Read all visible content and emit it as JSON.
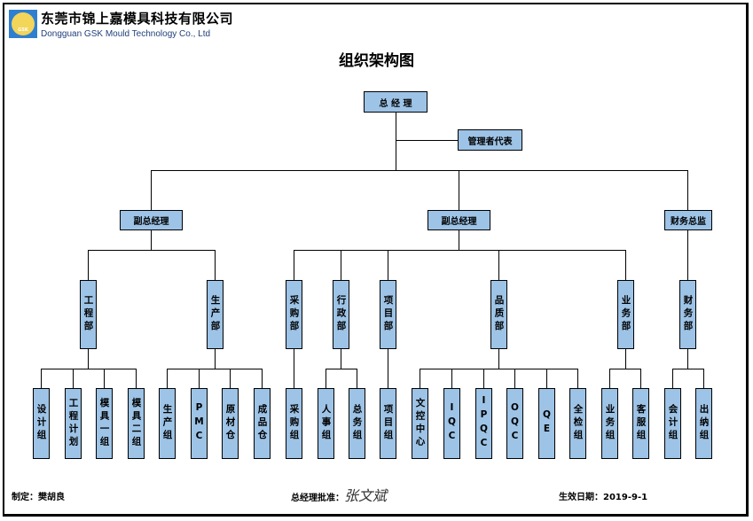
{
  "header": {
    "company_cn": "东莞市锦上嘉模具科技有限公司",
    "company_en": "Dongguan GSK Mould Technology Co., Ltd",
    "logo_text": "GSK",
    "logo_icon": "gsk-logo-icon"
  },
  "title": "组织架构图",
  "org": {
    "ceo": "总 经 理",
    "mgmt_rep": "管理者代表",
    "vp1": "副总经理",
    "vp2": "副总经理",
    "cfo": "财务总监",
    "departments": {
      "engineering": "工程部",
      "production": "生产部",
      "purchasing": "采购部",
      "admin": "行政部",
      "project": "项目部",
      "quality": "品质部",
      "sales": "业务部",
      "finance": "财务部"
    },
    "teams": {
      "design": "设计组",
      "eng_plan": "工程计划",
      "mold1": "模具一组",
      "mold2": "模具二组",
      "prod_group": "生产组",
      "pmc": "PMC",
      "raw_store": "原材仓",
      "finished_store": "成品仓",
      "purchasing_group": "采购组",
      "hr_group": "人事组",
      "general_affairs": "总务组",
      "project_group": "项目组",
      "doc_center": "文控中心",
      "iqc": "IQC",
      "ipqc": "IPQC",
      "oqc": "OQC",
      "qe": "QE",
      "full_inspection": "全检组",
      "sales_group": "业务组",
      "service_group": "客服组",
      "accounting": "会计组",
      "cashier": "出纳组"
    }
  },
  "footer": {
    "prepared_by_label": "制定：",
    "prepared_by": "樊胡良",
    "approved_label": "总经理批准：",
    "approved_signature": "张文斌",
    "effective_label": "生效日期：",
    "effective_date": "2019-9-1"
  },
  "colors": {
    "box_fill": "#9dc3e6",
    "line": "#000000"
  }
}
